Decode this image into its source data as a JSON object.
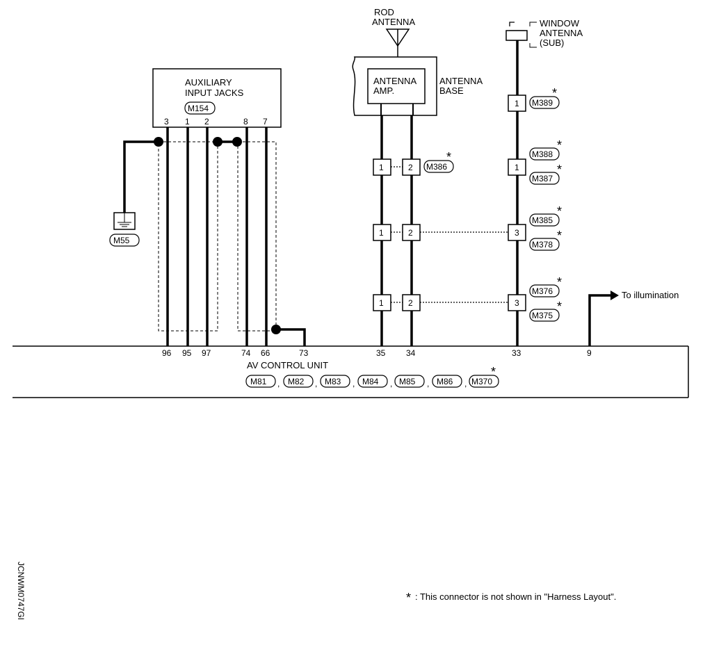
{
  "aux": {
    "title1": "AUXILIARY",
    "title2": "INPUT JACKS",
    "conn": "M154",
    "pins": [
      "3",
      "1",
      "2",
      "8",
      "7"
    ]
  },
  "ground": {
    "conn": "M55"
  },
  "rod": {
    "title1": "ROD",
    "title2": "ANTENNA"
  },
  "base": {
    "amp1": "ANTENNA",
    "amp2": "AMP.",
    "label1": "ANTENNA",
    "label2": "BASE"
  },
  "window": {
    "line1": "WINDOW",
    "line2": "ANTENNA",
    "line3": "(SUB)"
  },
  "joints": {
    "m386": "M386",
    "m389": "M389",
    "m388": "M388",
    "m387": "M387",
    "m385": "M385",
    "m378": "M378",
    "m376": "M376",
    "m375": "M375",
    "b1": "1",
    "b2": "2",
    "b3": "3"
  },
  "illum": "To illumination",
  "avcu": {
    "title": "AV CONTROL UNIT",
    "pins": [
      "96",
      "95",
      "97",
      "74",
      "66",
      "73",
      "35",
      "34",
      "33",
      "9"
    ],
    "conns": [
      "M81",
      "M82",
      "M83",
      "M84",
      "M85",
      "M86",
      "M370"
    ],
    "sep": ","
  },
  "star": "*",
  "note": ": This connector is not shown in \"Harness Layout\".",
  "code": "JCNWM0747GI"
}
